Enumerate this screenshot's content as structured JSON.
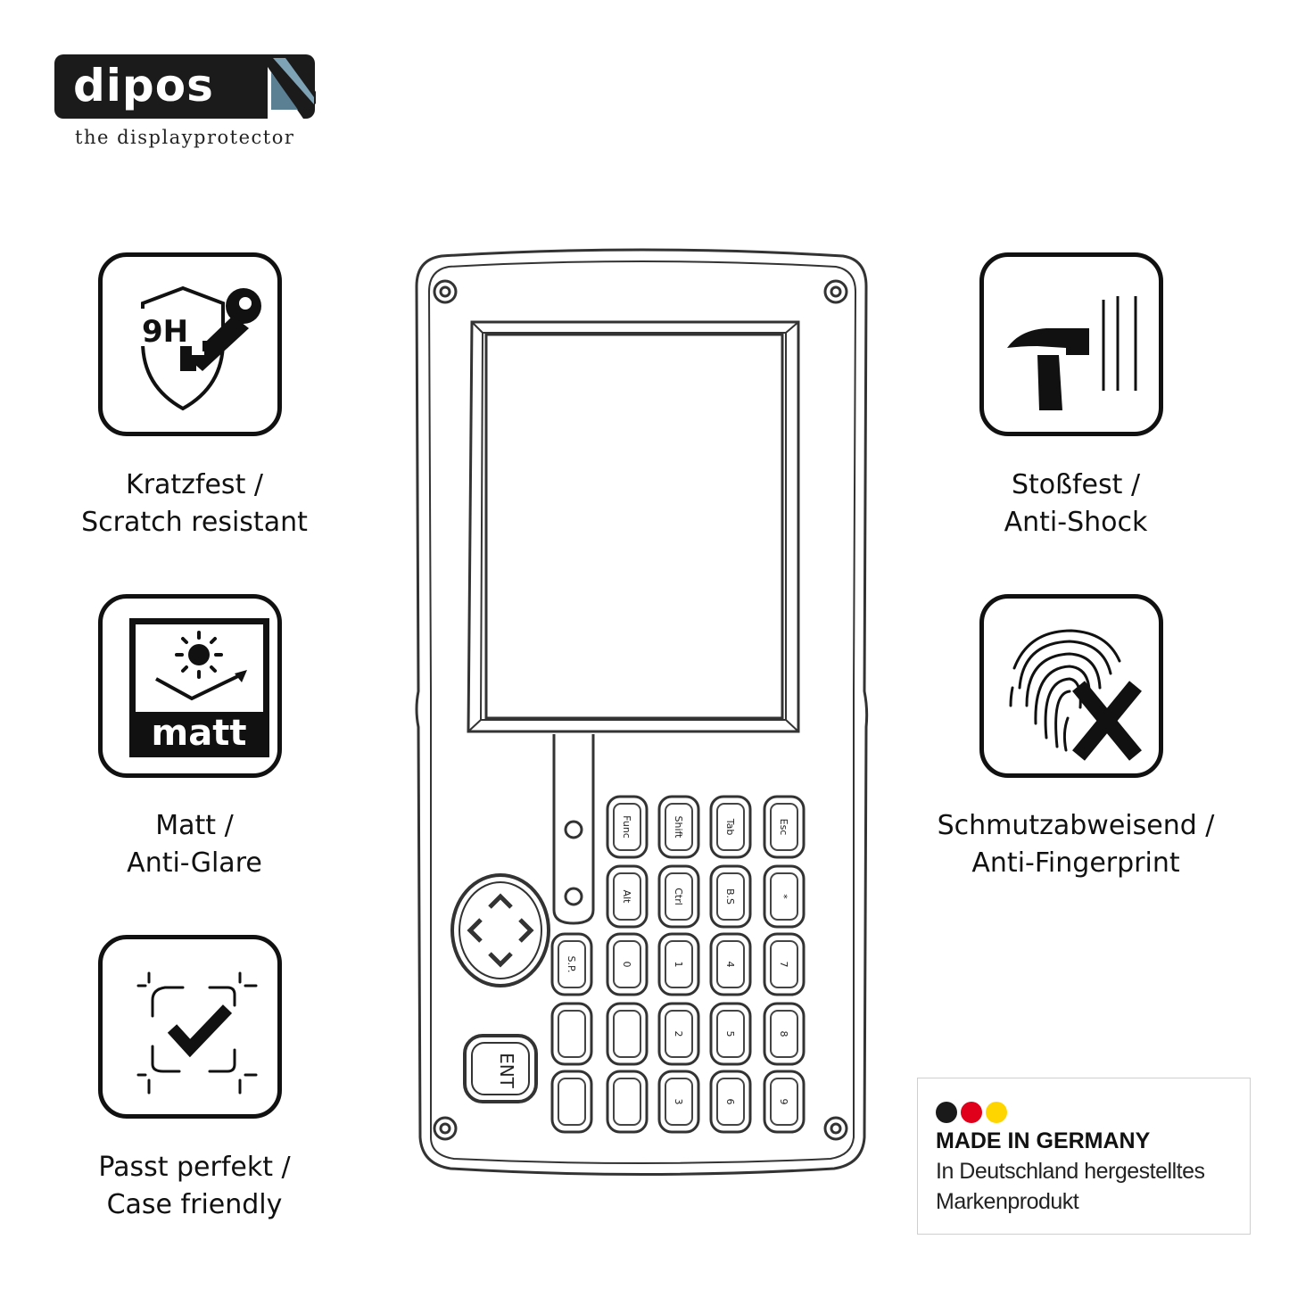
{
  "brand": {
    "name": "dipos",
    "tagline": "the displayprotector"
  },
  "features": [
    {
      "icon": "shield-key-9h-icon",
      "badge": "9H",
      "line1": "Kratzfest /",
      "line2": "Scratch resistant"
    },
    {
      "icon": "sun-matt-icon",
      "badge": "matt",
      "line1": "Matt /",
      "line2": "Anti-Glare"
    },
    {
      "icon": "case-fit-check-icon",
      "line1": "Passt perfekt /",
      "line2": "Case friendly"
    },
    {
      "icon": "hammer-impact-icon",
      "line1": "Stoßfest /",
      "line2": "Anti-Shock"
    },
    {
      "icon": "fingerprint-cross-icon",
      "line1": "Schmutzabweisend /",
      "line2": "Anti-Fingerprint"
    }
  ],
  "made_in": {
    "title": "MADE IN GERMANY",
    "line1": "In Deutschland hergestelltes",
    "line2": "Markenprodukt",
    "flag_colors": [
      "#1a1a1a",
      "#e0001b",
      "#ffd500"
    ]
  },
  "device": {
    "keys": [
      [
        "Func",
        "Shift",
        "Tab",
        "Esc"
      ],
      [
        "Alt",
        "Ctrl",
        "B.S",
        "*"
      ],
      [
        "S.P.",
        "0",
        "1",
        "4",
        "7"
      ],
      [
        "",
        "",
        "2",
        "5",
        "8"
      ],
      [
        "",
        "",
        "3",
        "6",
        "9"
      ]
    ],
    "enter_label": "ENT"
  }
}
